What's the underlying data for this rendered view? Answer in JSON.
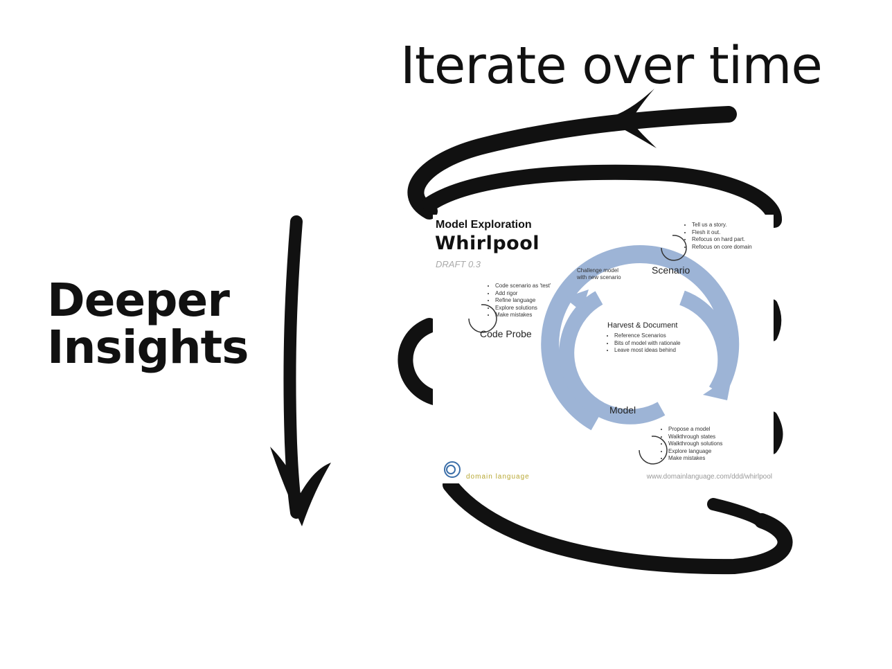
{
  "title": "Iterate over time",
  "side_label": {
    "line1": "Deeper",
    "line2": "Insights"
  },
  "card": {
    "subtitle": "Model Exploration",
    "name": "Whirlpool",
    "draft": "DRAFT 0.3",
    "scenario": {
      "label": "Scenario",
      "bullets": [
        "Tell us a story.",
        "Flesh it out.",
        "Refocus on hard part.",
        "Refocus on core domain"
      ]
    },
    "challenge": {
      "line1": "Challenge model",
      "line2": "with new scenario"
    },
    "code_probe": {
      "label": "Code Probe",
      "bullets": [
        "Code scenario as 'test'",
        "Add rigor",
        "Refine language",
        "Explore solutions",
        "Make mistakes"
      ]
    },
    "harvest": {
      "label": "Harvest & Document",
      "bullets": [
        "Reference Scenarios",
        "Bits of model with rationale",
        "Leave most ideas behind"
      ]
    },
    "model": {
      "label": "Model",
      "bullets": [
        "Propose a model",
        "Walkthrough states",
        "Walkthrough solutions",
        "Explore language",
        "Make mistakes"
      ]
    },
    "logo_text": "domain language",
    "url": "www.domainlanguage.com/ddd/whirlpool"
  },
  "colors": {
    "ink": "#111111",
    "cycle": "#9db4d6",
    "logo": "#b8a834"
  }
}
